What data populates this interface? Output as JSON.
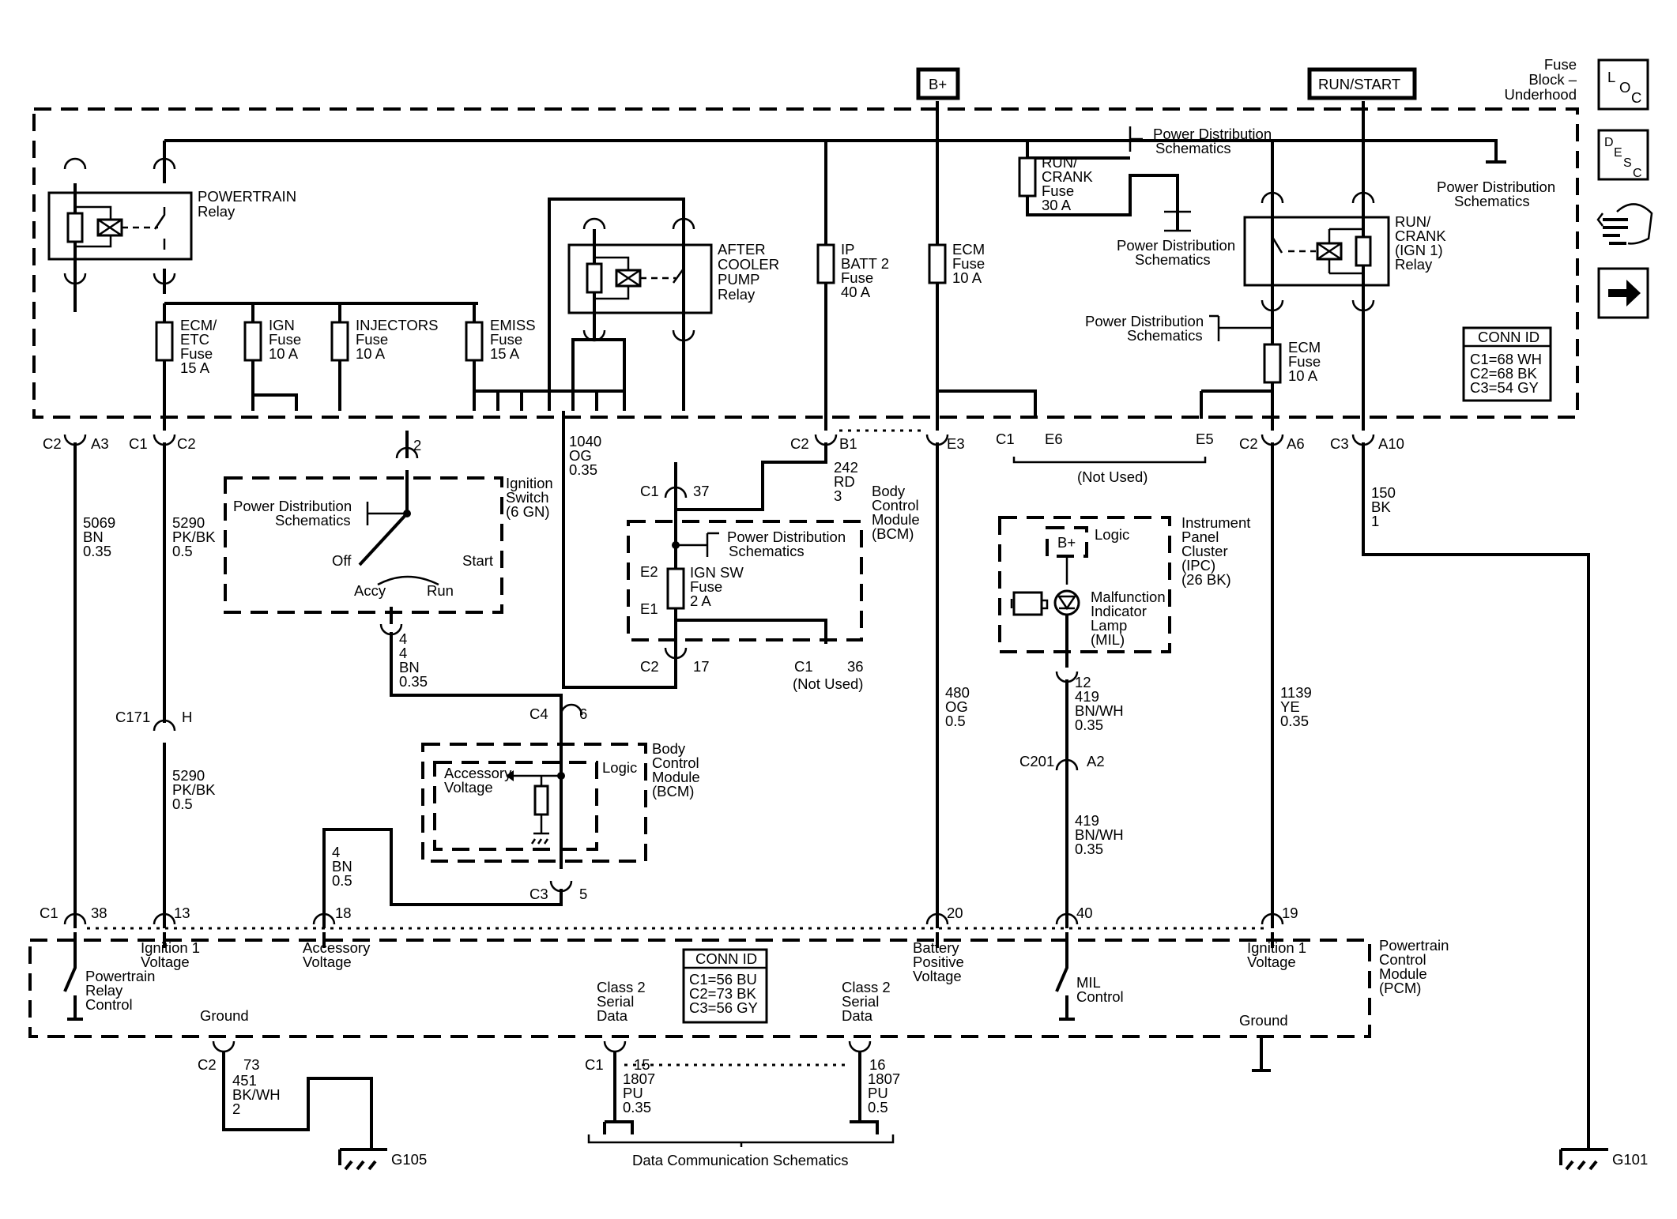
{
  "header": {
    "b_plus": "B+",
    "run_start": "RUN/START",
    "fuse_block": [
      "Fuse",
      "Block –",
      "Underhood"
    ]
  },
  "nav": {
    "loc": [
      "L",
      "O",
      "C"
    ],
    "desc": [
      "D",
      "E",
      "S",
      "C"
    ],
    "icons": [
      "component-view-icon",
      "next-page-arrow-icon"
    ]
  },
  "fuse_block": {
    "powertrain_relay": [
      "POWERTRAIN",
      "Relay"
    ],
    "after_cooler_relay": [
      "AFTER",
      "COOLER",
      "PUMP",
      "Relay"
    ],
    "run_crank_relay": [
      "RUN/",
      "CRANK",
      "(IGN 1)",
      "Relay"
    ],
    "fuses": {
      "ecm_etc": [
        "ECM/",
        "ETC",
        "Fuse",
        "15 A"
      ],
      "ign": [
        "IGN",
        "Fuse",
        "10 A"
      ],
      "injectors": [
        "INJECTORS",
        "Fuse",
        "10 A"
      ],
      "emiss": [
        "EMISS",
        "Fuse",
        "15 A"
      ],
      "ip_batt2": [
        "IP",
        "BATT 2",
        "Fuse",
        "40 A"
      ],
      "ecm_top": [
        "ECM",
        "Fuse",
        "10 A"
      ],
      "run_crank_30": [
        "RUN/",
        "CRANK",
        "Fuse",
        "30 A"
      ],
      "ecm_right": [
        "ECM",
        "Fuse",
        "10 A"
      ]
    },
    "pds": [
      "Power Distribution",
      "Schematics"
    ],
    "conn_id": {
      "title": "CONN ID",
      "rows": [
        "C1=68 WH",
        "C2=68 BK",
        "C3=54 GY"
      ]
    }
  },
  "connectors_top": {
    "c2_a3": [
      "C2",
      "A3"
    ],
    "c1_c2": [
      "C1",
      "C2"
    ],
    "c2_b1": [
      "C2",
      "B1"
    ],
    "e3": "E3",
    "c1_e6": [
      "C1",
      "E6"
    ],
    "e5": "E5",
    "not_used": "(Not Used)",
    "c2_a6": [
      "C2",
      "A6"
    ],
    "c3_a10": [
      "C3",
      "A10"
    ]
  },
  "wires": {
    "w5069": [
      "5069",
      "BN",
      "0.35"
    ],
    "w5290a": [
      "5290",
      "PK/BK",
      "0.5"
    ],
    "w5290b": [
      "5290",
      "PK/BK",
      "0.5"
    ],
    "w1040": [
      "1040",
      "OG",
      "0.35"
    ],
    "w242": [
      "242",
      "RD",
      "3"
    ],
    "w4a": [
      "4",
      "BN",
      "0.35"
    ],
    "w4b": [
      "4",
      "BN",
      "0.5"
    ],
    "w480": [
      "480",
      "OG",
      "0.5"
    ],
    "w419a": [
      "419",
      "BN/WH",
      "0.35"
    ],
    "w419b": [
      "419",
      "BN/WH",
      "0.35"
    ],
    "w1139": [
      "1139",
      "YE",
      "0.35"
    ],
    "w150": [
      "150",
      "BK",
      "1"
    ],
    "w451": [
      "451",
      "BK/WH",
      "2"
    ],
    "w1807a": [
      "1807",
      "PU",
      "0.35"
    ],
    "w1807b": [
      "1807",
      "PU",
      "0.5"
    ]
  },
  "ignition_switch": {
    "title": [
      "Ignition",
      "Switch",
      "(6 GN)"
    ],
    "pin": "2",
    "pds": [
      "Power Distribution",
      "Schematics"
    ],
    "positions": {
      "off": "Off",
      "start": "Start",
      "accy": "Accy",
      "run": "Run"
    },
    "pin4": "4"
  },
  "bcm_top": {
    "title": [
      "Body",
      "Control",
      "Module",
      "(BCM)"
    ],
    "pds": [
      "Power Distribution",
      "Schematics"
    ],
    "fuse": [
      "IGN SW",
      "Fuse",
      "2 A"
    ],
    "c1_37": [
      "C1",
      "37"
    ],
    "e2": "E2",
    "e1": "E1",
    "c2_17": [
      "C2",
      "17"
    ],
    "c1_36": [
      "C1",
      "36"
    ],
    "not_used": "(Not Used)"
  },
  "bcm_bottom": {
    "title": [
      "Body",
      "Control",
      "Module",
      "(BCM)"
    ],
    "logic": "Logic",
    "acc": [
      "Accessory",
      "Voltage"
    ],
    "c4_6": [
      "C4",
      "6"
    ],
    "c3_5": [
      "C3",
      "5"
    ]
  },
  "c171": {
    "name": "C171",
    "pin": "H"
  },
  "c201": {
    "name": "C201",
    "pin": "A2"
  },
  "ipc": {
    "title": [
      "Instrument",
      "Panel",
      "Cluster",
      "(IPC)",
      "(26 BK)"
    ],
    "logic": "Logic",
    "bplus": "B+",
    "mil": [
      "Malfunction",
      "Indicator",
      "Lamp",
      "(MIL)"
    ],
    "pin12": "12"
  },
  "pcm": {
    "title": [
      "Powertrain",
      "Control",
      "Module",
      "(PCM)"
    ],
    "conn_id": {
      "title": "CONN ID",
      "rows": [
        "C1=56 BU",
        "C2=73 BK",
        "C3=56 GY"
      ]
    },
    "pins": {
      "c1_38": [
        "C1",
        "38"
      ],
      "p13": "13",
      "p18": "18",
      "p20": "20",
      "p40": "40",
      "p19": "19"
    },
    "labels": {
      "ign1a": [
        "Ignition 1",
        "Voltage"
      ],
      "acc": [
        "Accessory",
        "Voltage"
      ],
      "bat": [
        "Battery",
        "Positive",
        "Voltage"
      ],
      "ign1b": [
        "Ignition 1",
        "Voltage"
      ],
      "relay_ctrl": [
        "Powertrain",
        "Relay",
        "Control"
      ],
      "mil_ctrl": [
        "MIL",
        "Control"
      ],
      "ground1": "Ground",
      "ground2": "Ground",
      "class2a": [
        "Class 2",
        "Serial",
        "Data"
      ],
      "class2b": [
        "Class 2",
        "Serial",
        "Data"
      ]
    }
  },
  "bottom": {
    "c2_73": [
      "C2",
      "73"
    ],
    "c1_15": [
      "C1",
      "15"
    ],
    "p16": "16",
    "g105": "G105",
    "g101": "G101",
    "data_comm": "Data Communication Schematics"
  }
}
